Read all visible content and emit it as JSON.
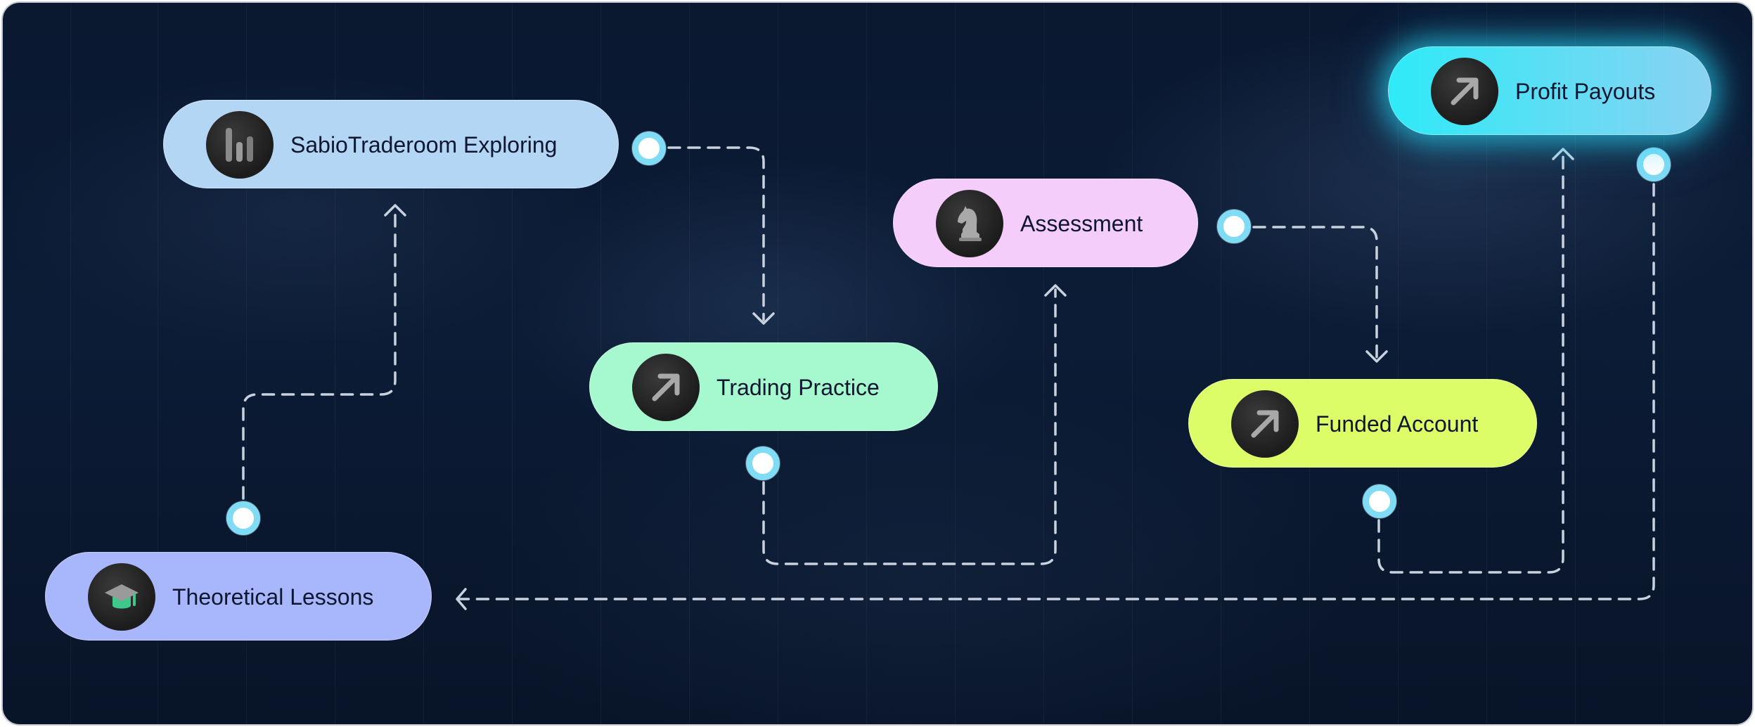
{
  "steps": [
    {
      "label": "SabioTraderoom Exploring",
      "icon": "bar-chart-icon",
      "color": "#b3d6f5"
    },
    {
      "label": "Trading Practice",
      "icon": "arrow-up-right-icon",
      "color": "#a6f8cf"
    },
    {
      "label": "Assessment",
      "icon": "chess-knight-icon",
      "color": "#f4cdfa"
    },
    {
      "label": "Funded Account",
      "icon": "arrow-up-right-icon",
      "color": "#dcfd67"
    },
    {
      "label": "Profit Payouts",
      "icon": "arrow-up-right-icon",
      "color": "#2eeaf7"
    },
    {
      "label": "Theoretical Lessons",
      "icon": "graduation-cap-icon",
      "color": "#a8b6fb"
    }
  ]
}
